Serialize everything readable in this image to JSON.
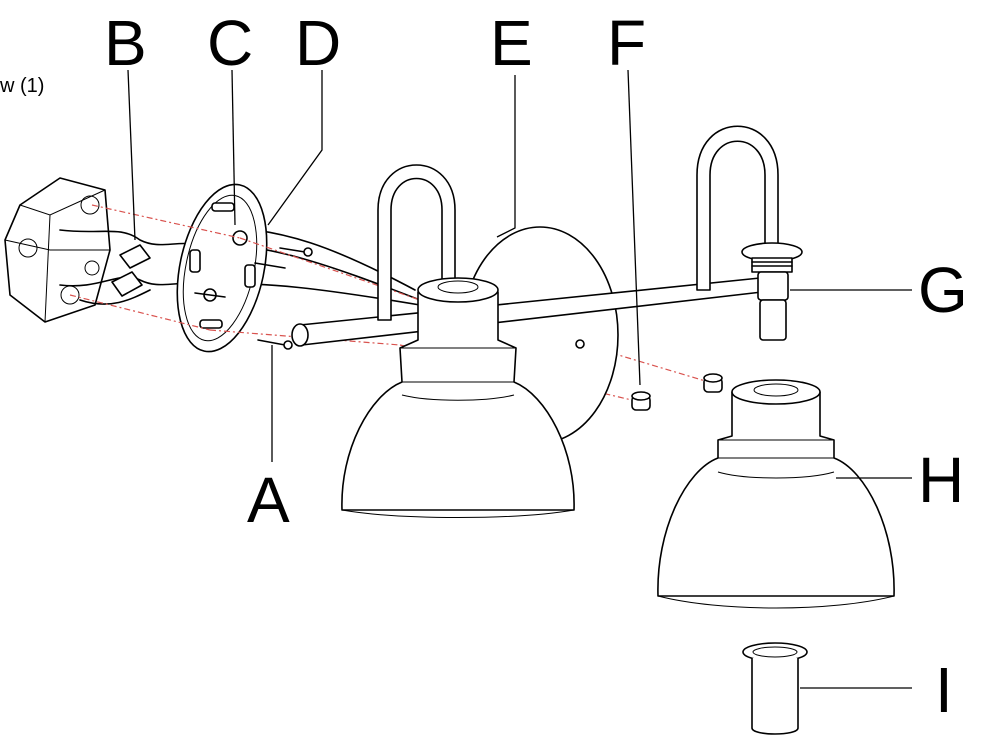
{
  "partial_label": "w (1)",
  "labels": {
    "A": "A",
    "B": "B",
    "C": "C",
    "D": "D",
    "E": "E",
    "F": "F",
    "G": "G",
    "H": "H",
    "I": "I"
  }
}
